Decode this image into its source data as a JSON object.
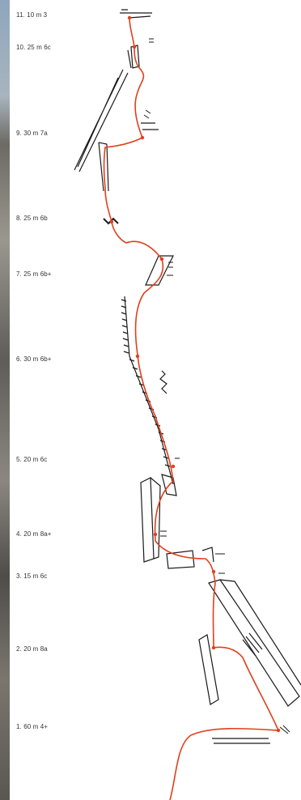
{
  "colors": {
    "route": "#e0401c",
    "ink": "#1a1a1a",
    "label": "#333333",
    "photo": "#7f7c75"
  },
  "pitches": [
    {
      "label": "11. 10 m  3"
    },
    {
      "label": "10. 25 m  6c"
    },
    {
      "label": "9. 30 m  7a"
    },
    {
      "label": "8. 25 m  6b"
    },
    {
      "label": "7. 25 m  6b+"
    },
    {
      "label": "6. 30 m  6b+"
    },
    {
      "label": "5. 20 m 6c"
    },
    {
      "label": "4. 20 m  8a+"
    },
    {
      "label": "3. 15 m  6c"
    },
    {
      "label": "2. 20 m  8a"
    },
    {
      "label": "1. 60 m  4+"
    }
  ]
}
